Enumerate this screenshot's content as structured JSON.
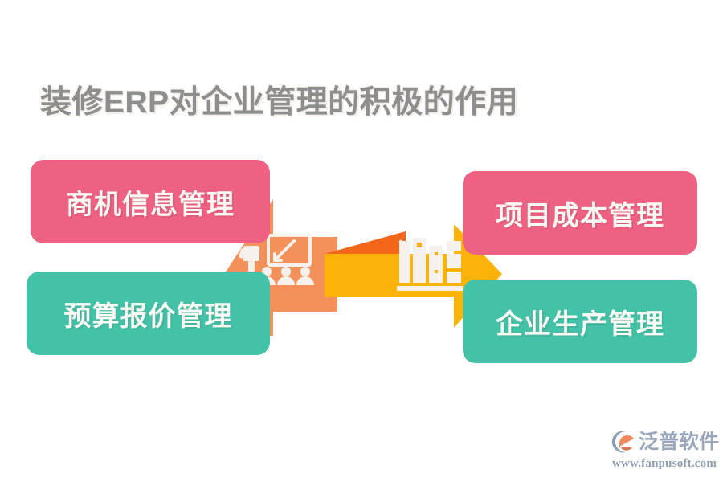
{
  "page": {
    "title": "装修ERP对企业管理的积极的作用",
    "background_color": "#FFFFFF",
    "title_color": "#8E8E8E"
  },
  "colors": {
    "pink": "#EE6182",
    "teal": "#43C2A7",
    "salmon_arrow": "#F4905A",
    "amber_arrow": "#FBB209",
    "overlap_orange": "#F4661A",
    "card_text": "#FBF9F4",
    "logo_blue": "#8E9CB4",
    "logo_accent": "#F08A5D"
  },
  "cards": [
    {
      "id": "card-tl",
      "label": "商机信息管理",
      "color": "#EE6182",
      "position": "top-left"
    },
    {
      "id": "card-bl",
      "label": "预算报价管理",
      "color": "#43C2A7",
      "position": "bottom-left"
    },
    {
      "id": "card-tr",
      "label": "项目成本管理",
      "color": "#EE6182",
      "position": "top-right"
    },
    {
      "id": "card-br",
      "label": "企业生产管理",
      "color": "#43C2A7",
      "position": "bottom-right"
    }
  ],
  "center": {
    "left_arrow": {
      "direction": "left",
      "color": "#F4905A",
      "icon": "presentation-training-icon"
    },
    "right_arrow": {
      "direction": "right",
      "color": "#FBB209",
      "icon": "bookshelf-icon"
    }
  },
  "logo": {
    "name": "泛普软件",
    "url": "www.fanpusoft.com",
    "mark": "fanpu-swoosh-logo-icon"
  }
}
